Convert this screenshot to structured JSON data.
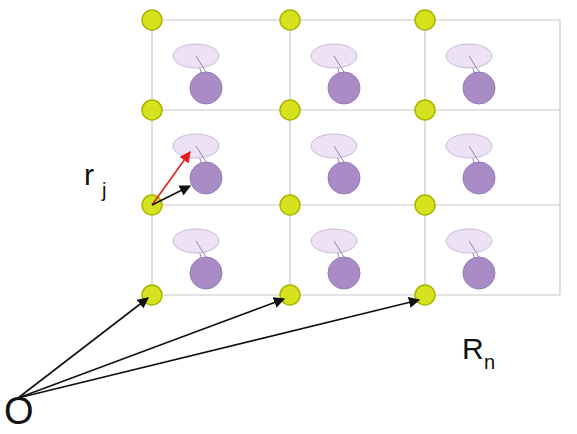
{
  "diagram": {
    "labels": [
      "r",
      "j",
      "R",
      "n",
      "O"
    ]
  }
}
